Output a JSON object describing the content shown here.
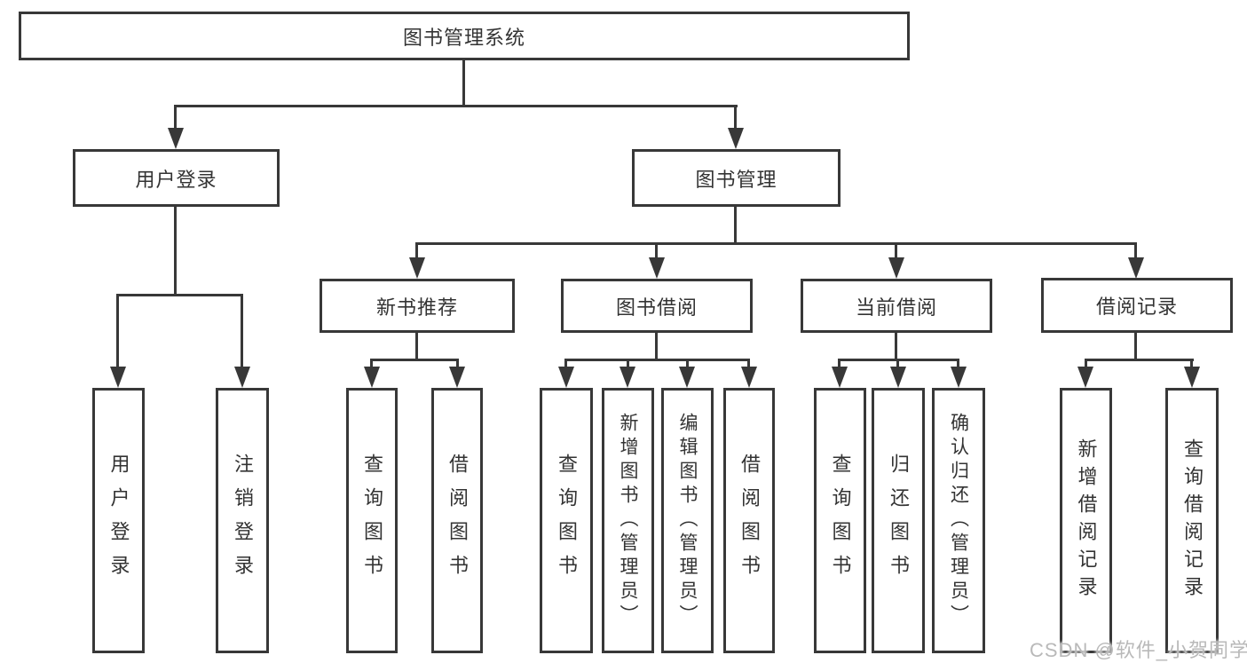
{
  "diagram": {
    "title": "图书管理系统",
    "type": "function-hierarchy-tree"
  },
  "nodes": {
    "root": "图书管理系统",
    "user_login": "用户登录",
    "book_mgmt": "图书管理",
    "new_book_rec": "新书推荐",
    "book_borrow": "图书借阅",
    "current_borrow": "当前借阅",
    "borrow_records": "借阅记录",
    "leaf_user_login": "用户登录",
    "leaf_logout": "注销登录",
    "leaf_rec_query": "查询图书",
    "leaf_rec_borrow": "借阅图书",
    "leaf_bor_query": "查询图书",
    "leaf_bor_add": "新增图书（管理员）",
    "leaf_bor_edit": "编辑图书（管理员）",
    "leaf_bor_borrow": "借阅图书",
    "leaf_cur_query": "查询图书",
    "leaf_cur_return": "归还图书",
    "leaf_cur_confirm": "确认归还（管理员）",
    "leaf_rc_add": "新增借阅记录",
    "leaf_rc_query": "查询借阅记录"
  },
  "watermark": "CSDN @软件_小贺同学",
  "colors": {
    "line": "#383838",
    "text": "#333333",
    "background": "#ffffff",
    "watermark": "#b9b9b9"
  }
}
